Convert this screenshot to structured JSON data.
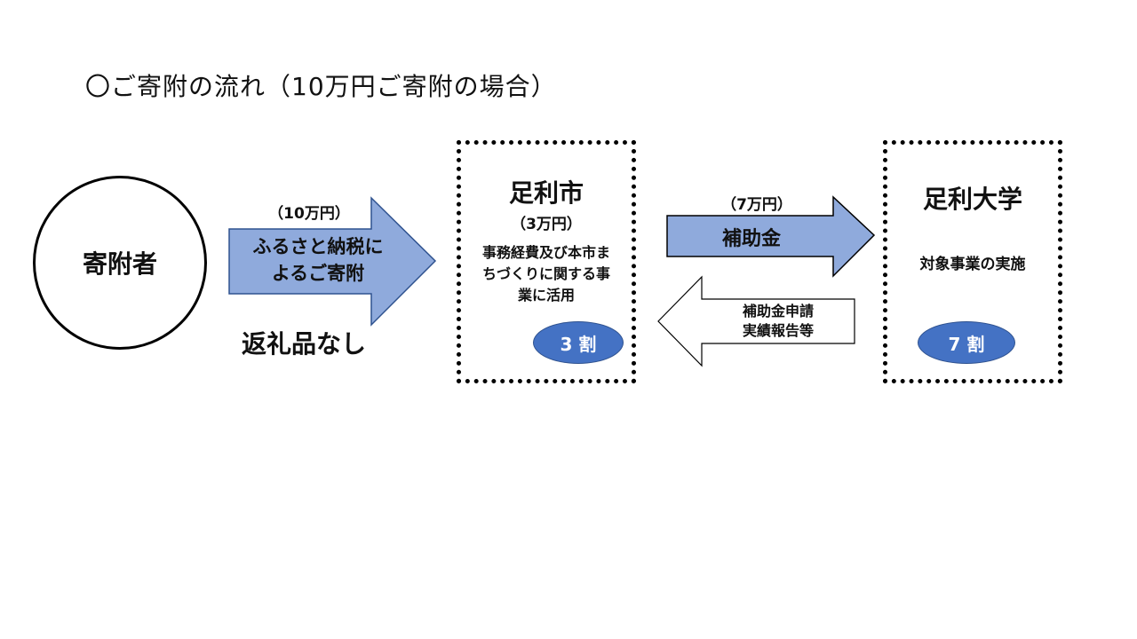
{
  "title": "〇ご寄附の流れ（10万円ご寄附の場合）",
  "donor": {
    "label": "寄附者"
  },
  "donation_arrow": {
    "amount": "（10万円）",
    "line1": "ふるさと納税に",
    "line2": "よるご寄附",
    "note": "返礼品なし"
  },
  "city": {
    "name": "足利市",
    "amount": "（3万円）",
    "desc_line1": "事務経費及び本市ま",
    "desc_line2": "ちづくりに関する事",
    "desc_line3": "業に活用",
    "share": "3 割"
  },
  "subsidy_arrow": {
    "amount": "（7万円）",
    "label": "補助金"
  },
  "report_arrow": {
    "line1": "補助金申請",
    "line2": "実績報告等"
  },
  "university": {
    "name": "足利大学",
    "desc": "対象事業の実施",
    "share": "7 割"
  },
  "colors": {
    "arrow_fill": "#8faadc",
    "ellipse_fill": "#4472c4",
    "outline": "#000000"
  }
}
